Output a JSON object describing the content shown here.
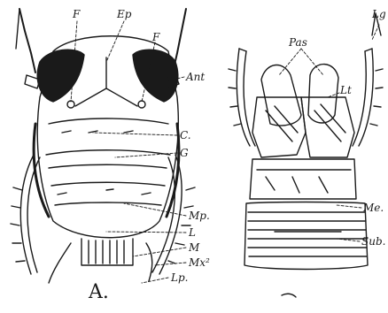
{
  "figure": {
    "panel_caption": "A.",
    "labels_left": {
      "F_top": "F",
      "Ep": "Ep",
      "F_right": "F",
      "Ant": "Ant",
      "C": "C.",
      "G": "G",
      "Mp": "Mp.",
      "L": "L",
      "M": "M",
      "Mx2": "Mx²",
      "Lp": "Lp."
    },
    "labels_right": {
      "Pas": "Pas",
      "Lt": "Lt",
      "Lg": "Lg",
      "Me": "Me.",
      "Sub": "Sub."
    }
  }
}
